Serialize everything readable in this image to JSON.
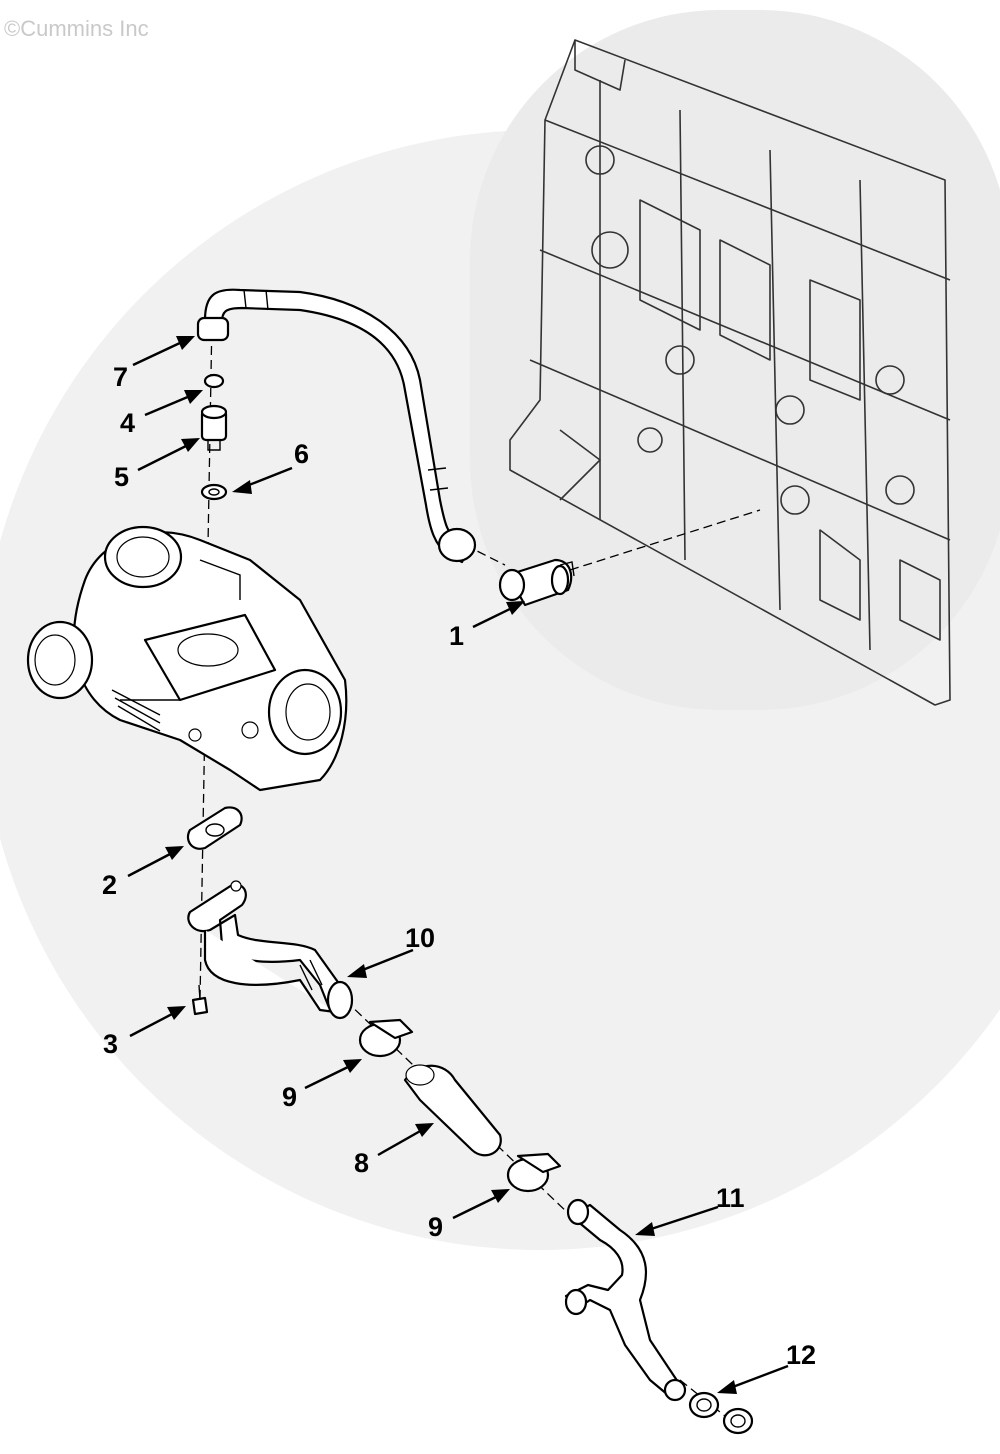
{
  "copyright": "©Cummins Inc",
  "watermark": "Cummins",
  "callouts": {
    "c1": "1",
    "c2": "2",
    "c3": "3",
    "c4": "4",
    "c5": "5",
    "c6": "6",
    "c7": "7",
    "c8": "8",
    "c9a": "9",
    "c9b": "9",
    "c10": "10",
    "c11": "11",
    "c12": "12"
  }
}
